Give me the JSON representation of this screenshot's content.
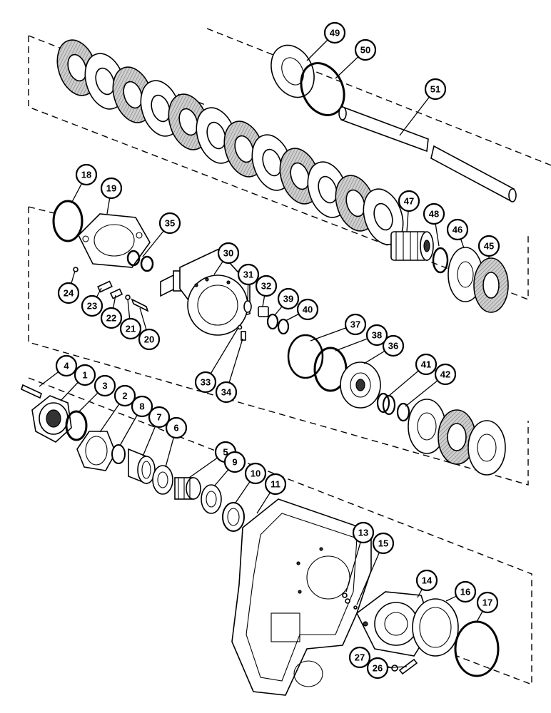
{
  "callouts": [
    {
      "id": "1",
      "label": "1"
    },
    {
      "id": "2",
      "label": "2"
    },
    {
      "id": "3",
      "label": "3"
    },
    {
      "id": "4",
      "label": "4"
    },
    {
      "id": "5",
      "label": "5"
    },
    {
      "id": "6",
      "label": "6"
    },
    {
      "id": "7",
      "label": "7"
    },
    {
      "id": "8",
      "label": "8"
    },
    {
      "id": "9",
      "label": "9"
    },
    {
      "id": "10",
      "label": "10"
    },
    {
      "id": "11",
      "label": "11"
    },
    {
      "id": "13",
      "label": "13"
    },
    {
      "id": "14",
      "label": "14"
    },
    {
      "id": "15",
      "label": "15"
    },
    {
      "id": "16",
      "label": "16"
    },
    {
      "id": "17",
      "label": "17"
    },
    {
      "id": "18",
      "label": "18"
    },
    {
      "id": "19",
      "label": "19"
    },
    {
      "id": "20",
      "label": "20"
    },
    {
      "id": "21",
      "label": "21"
    },
    {
      "id": "22",
      "label": "22"
    },
    {
      "id": "23",
      "label": "23"
    },
    {
      "id": "24",
      "label": "24"
    },
    {
      "id": "26",
      "label": "26"
    },
    {
      "id": "27",
      "label": "27"
    },
    {
      "id": "30",
      "label": "30"
    },
    {
      "id": "31",
      "label": "31"
    },
    {
      "id": "32",
      "label": "32"
    },
    {
      "id": "33",
      "label": "33"
    },
    {
      "id": "34",
      "label": "34"
    },
    {
      "id": "35",
      "label": "35"
    },
    {
      "id": "36",
      "label": "36"
    },
    {
      "id": "37",
      "label": "37"
    },
    {
      "id": "38",
      "label": "38"
    },
    {
      "id": "39",
      "label": "39"
    },
    {
      "id": "40",
      "label": "40"
    },
    {
      "id": "41",
      "label": "41"
    },
    {
      "id": "42",
      "label": "42"
    },
    {
      "id": "45",
      "label": "45"
    },
    {
      "id": "46",
      "label": "46"
    },
    {
      "id": "47",
      "label": "47"
    },
    {
      "id": "48",
      "label": "48"
    },
    {
      "id": "49",
      "label": "49"
    },
    {
      "id": "50",
      "label": "50"
    },
    {
      "id": "51",
      "label": "51"
    }
  ],
  "colors": {
    "line": "#000000",
    "friction_fill": "#bdbdbd",
    "background": "#ffffff"
  }
}
